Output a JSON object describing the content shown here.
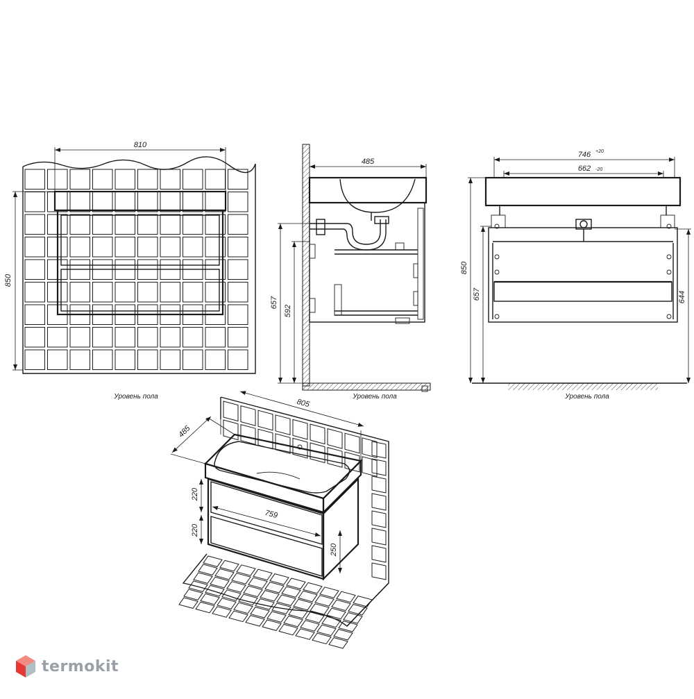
{
  "front_view": {
    "width_label": "810",
    "height_label": "850",
    "floor_label": "Уровень пола"
  },
  "side_view": {
    "depth_label": "485",
    "height_657_label": "657",
    "height_592_label": "592",
    "floor_label": "Уровень пола"
  },
  "back_view": {
    "width_746_label": "746",
    "width_746_tol": "+20",
    "width_662_label": "662",
    "width_662_tol": "-20",
    "height_850_label": "850",
    "height_657_label": "657",
    "height_644_label": "644",
    "floor_label": "Уровень пола"
  },
  "iso_view": {
    "width_label": "805",
    "depth_label": "485",
    "drawer1_label": "220",
    "drawer2_label": "220",
    "inner_width_label": "759",
    "leg_label": "250"
  },
  "logo": {
    "text": "termokit",
    "colors": {
      "top": "#f28b82",
      "left": "#e53935",
      "right": "#b0bec5"
    }
  }
}
